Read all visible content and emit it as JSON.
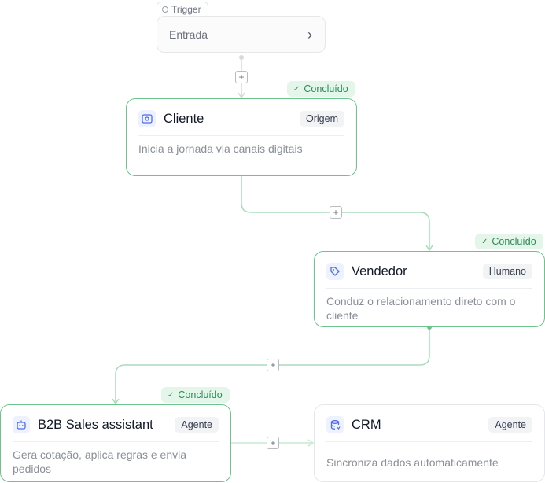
{
  "trigger": {
    "tag_label": "Trigger",
    "entry_label": "Entrada",
    "chevron": "chevron-right-icon"
  },
  "nodes": {
    "cliente": {
      "title": "Cliente",
      "badge": "Origem",
      "description": "Inicia a jornada via canais digitais",
      "status": "Concluído",
      "icon": "scan-face-icon"
    },
    "vendedor": {
      "title": "Vendedor",
      "badge": "Humano",
      "description": "Conduz o relacionamento direto com o cliente",
      "status": "Concluído",
      "icon": "tag-icon"
    },
    "b2b": {
      "title": "B2B Sales assistant",
      "badge": "Agente",
      "description": "Gera cotação, aplica regras e envia pedidos",
      "status": "Concluído",
      "icon": "bot-icon"
    },
    "crm": {
      "title": "CRM",
      "badge": "Agente",
      "description": "Sincroniza dados automaticamente",
      "icon": "database-sync-icon"
    }
  },
  "add_step_symbol": "+",
  "colors": {
    "accent_green": "#6cc48d",
    "status_bg": "#e4f5ea",
    "status_text": "#2e8b57",
    "icon_blue": "#4f6bed",
    "connector_gray": "#d1d5db"
  }
}
